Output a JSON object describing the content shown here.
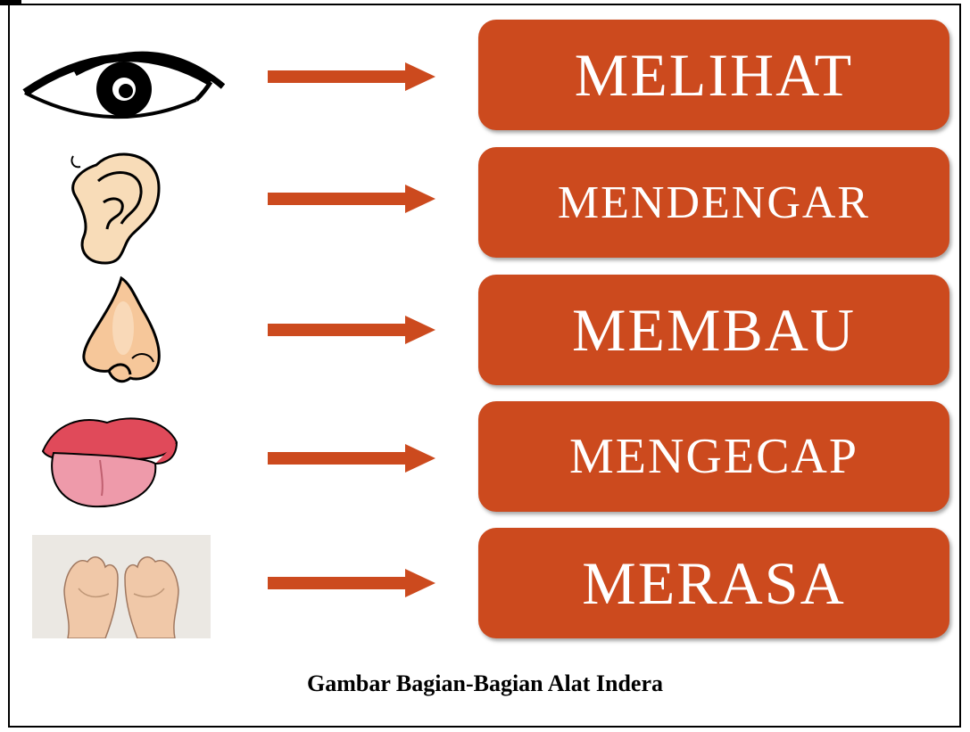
{
  "colors": {
    "accent": "#cc4a1e",
    "label_text": "#ffffff",
    "border": "#000000"
  },
  "rows": [
    {
      "icon": "eye-icon",
      "label": "MELIHAT"
    },
    {
      "icon": "ear-icon",
      "label": "MENDENGAR"
    },
    {
      "icon": "nose-icon",
      "label": "MEMBAU"
    },
    {
      "icon": "tongue-icon",
      "label": "MENGECAP"
    },
    {
      "icon": "hands-icon",
      "label": "MERASA"
    }
  ],
  "caption": "Gambar Bagian-Bagian Alat Indera"
}
